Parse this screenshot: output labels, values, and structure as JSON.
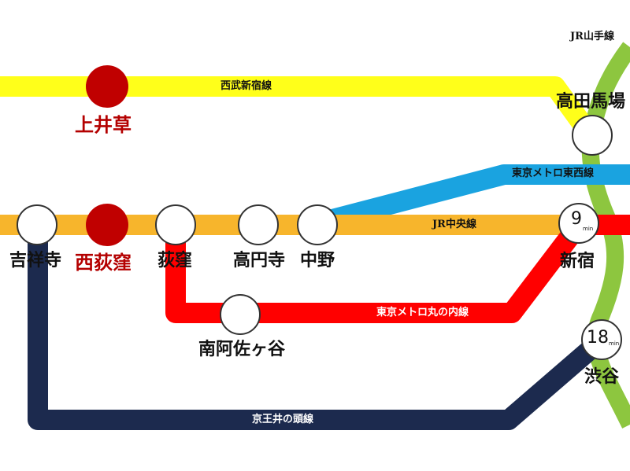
{
  "lines": {
    "jr_yamanote": "JR山手線",
    "seibu_shinjuku": "西武新宿線",
    "tozai": "東京メトロ東西線",
    "jr_chuo": "JR中央線",
    "marunouchi": "東京メトロ丸の内線",
    "keio_inokashira": "京王井の頭線"
  },
  "stations": {
    "kamiigusa": "上井草",
    "kichijoji": "吉祥寺",
    "nishiogikubo": "西荻窪",
    "ogikubo": "荻窪",
    "koenji": "高円寺",
    "nakano": "中野",
    "minami_asagaya": "南阿佐ヶ谷",
    "takadanobaba": "高田馬場",
    "shinjuku": "新宿",
    "shibuya": "渋谷"
  },
  "travel_times": {
    "shinjuku": {
      "value": "9",
      "unit": "min"
    },
    "shibuya": {
      "value": "18",
      "unit": "min"
    }
  },
  "colors": {
    "seibu_shinjuku": "#ffff1a",
    "chuo": "#f7b52c",
    "tozai": "#1aa3e0",
    "marunouchi": "#ff0000",
    "keio_inokashira": "#1c2a4e",
    "yamanote": "#8dc63f",
    "highlight_station": "#c00000"
  }
}
